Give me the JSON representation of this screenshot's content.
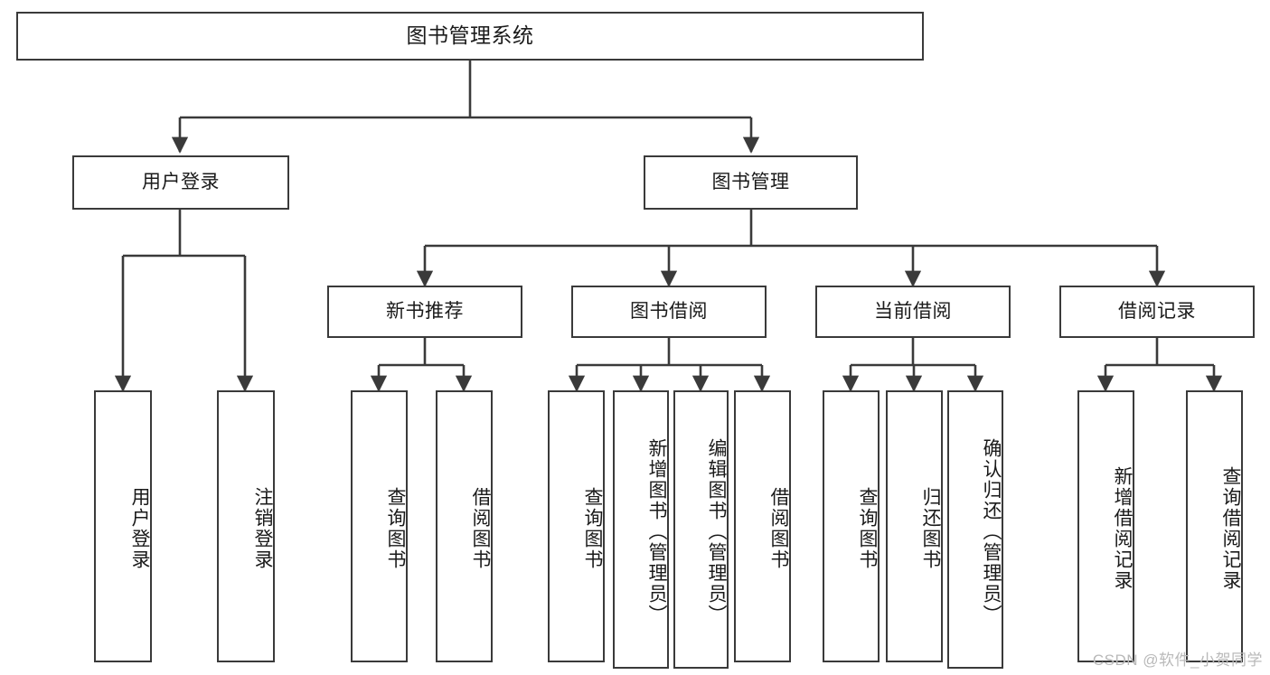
{
  "diagram": {
    "title": "图书管理系统",
    "type": "tree-hierarchy-diagram",
    "root": {
      "label": "图书管理系统"
    },
    "level2": [
      {
        "id": "user-login",
        "label": "用户登录"
      },
      {
        "id": "book-management",
        "label": "图书管理"
      }
    ],
    "level3": [
      {
        "id": "new-book-recommend",
        "label": "新书推荐",
        "parent": "book-management"
      },
      {
        "id": "book-borrow",
        "label": "图书借阅",
        "parent": "book-management"
      },
      {
        "id": "current-borrow",
        "label": "当前借阅",
        "parent": "book-management"
      },
      {
        "id": "borrow-record",
        "label": "借阅记录",
        "parent": "book-management"
      }
    ],
    "leaves": {
      "user_login": [
        {
          "id": "leaf-user-login",
          "label": "用户登录"
        },
        {
          "id": "leaf-user-logout",
          "label": "注销登录"
        }
      ],
      "new_book_recommend": [
        {
          "id": "leaf-query-book-1",
          "label": "查询图书"
        },
        {
          "id": "leaf-borrow-book-1",
          "label": "借阅图书"
        }
      ],
      "book_borrow": [
        {
          "id": "leaf-query-book-2",
          "label": "查询图书"
        },
        {
          "id": "leaf-add-book",
          "label": "新增图书（管理员）"
        },
        {
          "id": "leaf-edit-book",
          "label": "编辑图书（管理员）"
        },
        {
          "id": "leaf-borrow-book-2",
          "label": "借阅图书"
        }
      ],
      "current_borrow": [
        {
          "id": "leaf-query-book-3",
          "label": "查询图书"
        },
        {
          "id": "leaf-return-book",
          "label": "归还图书"
        },
        {
          "id": "leaf-confirm-return",
          "label": "确认归还（管理员）"
        }
      ],
      "borrow_record": [
        {
          "id": "leaf-add-borrow-record",
          "label": "新增借阅记录"
        },
        {
          "id": "leaf-query-borrow-record",
          "label": "查询借阅记录"
        }
      ]
    }
  },
  "watermark": {
    "text": "CSDN @软件_小贺同学"
  },
  "colors": {
    "stroke": "#3a3a3a",
    "box_fill": "#ffffff",
    "text": "#1a1a1a",
    "watermark": "#b9b9b9",
    "background": "#ffffff"
  }
}
